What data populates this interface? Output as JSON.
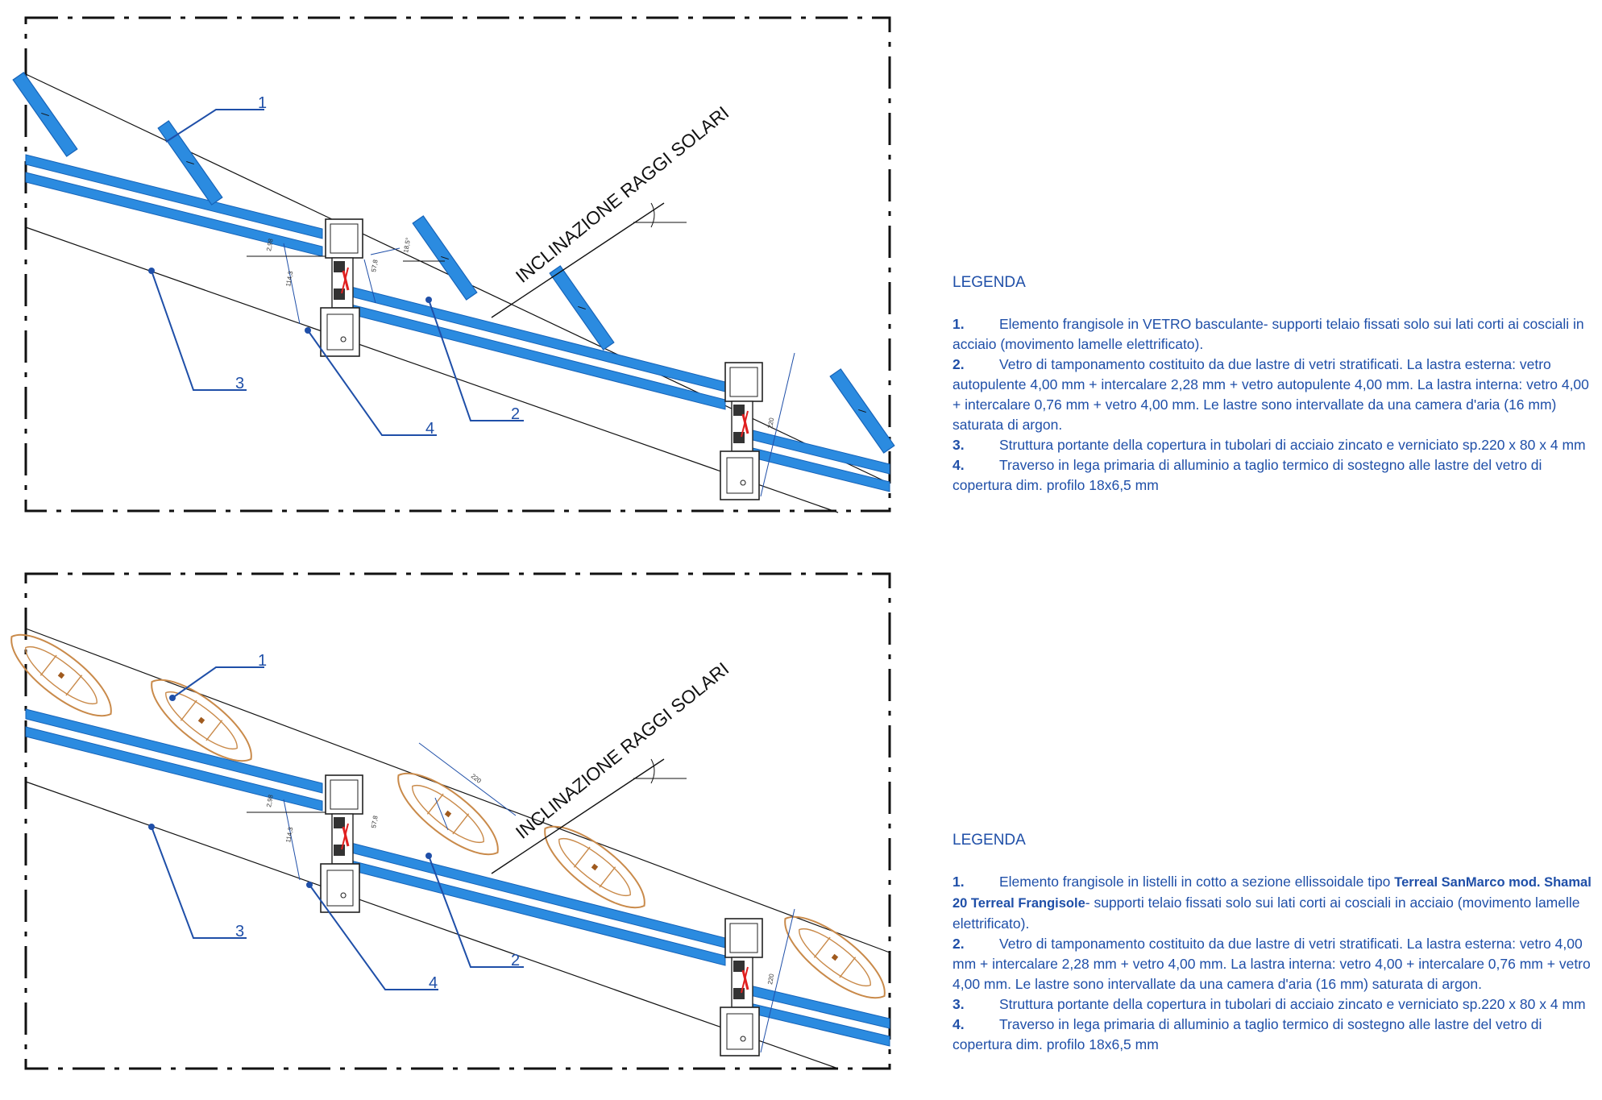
{
  "panels": [
    {
      "id": "top",
      "rays_label": "INCLINAZIONE RAGGI SOLARI",
      "callouts": [
        "1",
        "2",
        "3",
        "4"
      ],
      "legend": {
        "title": "LEGENDA",
        "items": [
          {
            "num": "1.",
            "parts": [
              {
                "t": "Elemento frangisole in VETRO basculante-  supporti telaio fissati solo sui lati corti ai cosciali in acciaio (movimento lamelle elettrificato)."
              }
            ]
          },
          {
            "num": "2.",
            "parts": [
              {
                "t": "Vetro di tamponamento costituito da due lastre di vetri stratificati. La lastra esterna: vetro autopulente 4,00 mm + intercalare 2,28 mm + vetro autopulente 4,00 mm. La lastra interna: vetro 4,00 + intercalare 0,76 mm + vetro 4,00 mm. Le lastre sono intervallate da una camera d'aria (16 mm) saturata di argon."
              }
            ]
          },
          {
            "num": "3.",
            "parts": [
              {
                "t": "Struttura portante della copertura in tubolari di acciaio zincato e verniciato sp.220 x 80 x 4 mm"
              }
            ]
          },
          {
            "num": "4.",
            "parts": [
              {
                "t": "Traverso in lega primaria di alluminio  a taglio termico di sostegno alle lastre del vetro di copertura dim. profilo 18x6,5 mm"
              }
            ]
          }
        ]
      }
    },
    {
      "id": "bottom",
      "rays_label": "INCLINAZIONE RAGGI SOLARI",
      "callouts": [
        "1",
        "2",
        "3",
        "4"
      ],
      "legend": {
        "title": "LEGENDA",
        "items": [
          {
            "num": "1.",
            "parts": [
              {
                "t": "Elemento frangisole in listelli in cotto a sezione ellissoidale tipo  "
              },
              {
                "t": "Terreal SanMarco mod. Shamal 20 Terreal Frangisole",
                "brand": true
              },
              {
                "t": "- supporti telaio fissati solo sui lati corti ai cosciali in acciaio (movimento lamelle elettrificato)."
              }
            ]
          },
          {
            "num": "2.",
            "parts": [
              {
                "t": "Vetro di tamponamento costituito da due lastre di vetri stratificati. La lastra esterna: vetro 4,00 mm + intercalare 2,28 mm + vetro 4,00 mm. La lastra interna: vetro 4,00 + intercalare 0,76 mm + vetro 4,00 mm. Le lastre sono intervallate da una camera d'aria (16 mm) saturata di argon."
              }
            ]
          },
          {
            "num": "3.",
            "parts": [
              {
                "t": "Struttura portante della copertura in tubolari di acciaio zincato e verniciato sp.220 x 80 x 4 mm"
              }
            ]
          },
          {
            "num": "4.",
            "parts": [
              {
                "t": "Traverso in lega primaria di alluminio  a taglio termico di sostegno alle lastre del vetro di copertura dim. profilo 18x6,5 mm"
              }
            ]
          }
        ]
      }
    }
  ],
  "colors": {
    "glass": "#2b8be0",
    "glass_dark": "#1663b8",
    "leader": "#1f4fa8",
    "terracotta": "#c98a4a",
    "frame": "#222222",
    "gasket": "#e02020"
  }
}
